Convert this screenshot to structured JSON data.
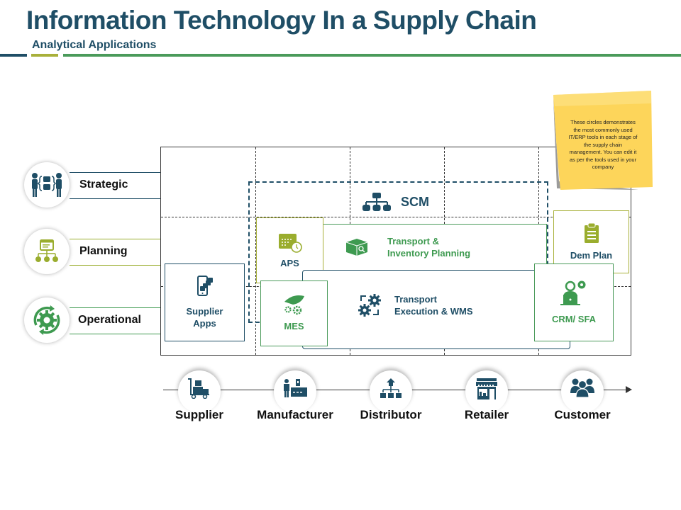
{
  "header": {
    "title": "Information Technology In a Supply Chain",
    "subtitle": "Analytical Applications",
    "colors": {
      "primary": "#1f4e66",
      "olive": "#a8b03a",
      "green": "#4a9a5a"
    }
  },
  "rows": [
    {
      "label": "Strategic",
      "icon": "strategy-people-icon",
      "color": "#1f4e66"
    },
    {
      "label": "Planning",
      "icon": "planning-hierarchy-icon",
      "color": "#9aad2e"
    },
    {
      "label": "Operational",
      "icon": "gear-cycle-icon",
      "color": "#3e9a50"
    }
  ],
  "scm": {
    "label": "SCM",
    "icon": "org-chart-icon"
  },
  "boxes": {
    "supplier_apps": {
      "label_line1": "Supplier",
      "label_line2": "Apps",
      "icon": "mobile-apps-icon"
    },
    "aps": {
      "label": "APS",
      "icon": "calendar-clock-icon"
    },
    "tip": {
      "label_line1": "Transport &",
      "label_line2": "Inventory Planning",
      "icon": "box-search-icon"
    },
    "mes": {
      "label": "MES",
      "icon": "leaf-gears-icon"
    },
    "tew": {
      "label_line1": "Transport",
      "label_line2": "Execution & WMS",
      "icon": "gears-cycle-icon"
    },
    "dem_plan": {
      "label": "Dem Plan",
      "icon": "clipboard-icon"
    },
    "crm": {
      "label": "CRM/ SFA",
      "icon": "user-laptop-icon"
    }
  },
  "note": {
    "text": "These circles demonstrates the most commonly used IT/ERP tools in each stage of the supply chain management. You can edit it as per the tools used in your company",
    "color": "#fdd55a"
  },
  "stages": [
    {
      "label": "Supplier",
      "icon": "cart-boxes-icon"
    },
    {
      "label": "Manufacturer",
      "icon": "factory-worker-icon"
    },
    {
      "label": "Distributor",
      "icon": "distribution-icon"
    },
    {
      "label": "Retailer",
      "icon": "store-icon"
    },
    {
      "label": "Customer",
      "icon": "people-group-icon"
    }
  ]
}
